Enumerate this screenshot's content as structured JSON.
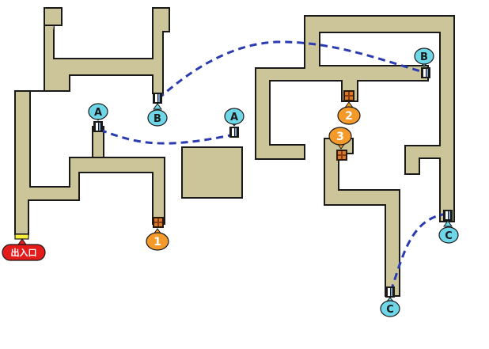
{
  "map": {
    "exit_label": "出入口",
    "colors": {
      "corridor": "#cdc59a",
      "outline": "#1a1a1a",
      "route": "#2b3cb0",
      "warp_bubble": "#6fd6e8",
      "chest_bubble": "#f39a2a",
      "exit_bubble": "#e31b1b",
      "exit_marker": "#f7ef3a"
    },
    "warps": [
      {
        "id": "A-left",
        "label": "A"
      },
      {
        "id": "A-right",
        "label": "A"
      },
      {
        "id": "B-left",
        "label": "B"
      },
      {
        "id": "B-right",
        "label": "B"
      },
      {
        "id": "C-right",
        "label": "C"
      },
      {
        "id": "C-bottom",
        "label": "C"
      }
    ],
    "chests": [
      {
        "id": "chest-1",
        "label": "1"
      },
      {
        "id": "chest-2",
        "label": "2"
      },
      {
        "id": "chest-3",
        "label": "3"
      }
    ]
  }
}
